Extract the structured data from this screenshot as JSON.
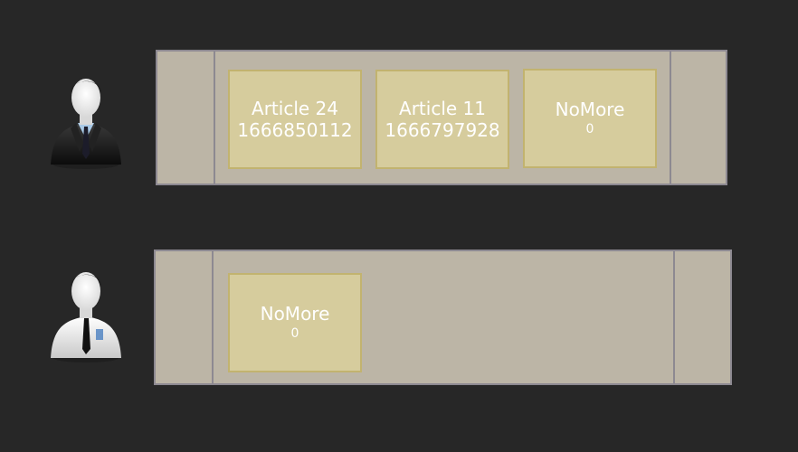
{
  "rows": [
    {
      "avatar_icon": "businessman-dark-suit-icon",
      "cards": [
        {
          "title": "Article 24",
          "value": "1666850112"
        },
        {
          "title": "Article 11",
          "value": "1666797928"
        },
        {
          "title": "NoMore",
          "value": "0"
        }
      ]
    },
    {
      "avatar_icon": "businessman-white-shirt-icon",
      "cards": [
        {
          "title": "NoMore",
          "value": "0"
        }
      ]
    }
  ],
  "colors": {
    "background": "#272727",
    "queue_fill": "#bcb5a6",
    "queue_border": "#8d8991",
    "card_fill": "#d6cc9d",
    "card_border": "#c2b36f",
    "card_text": "#ffffff"
  }
}
